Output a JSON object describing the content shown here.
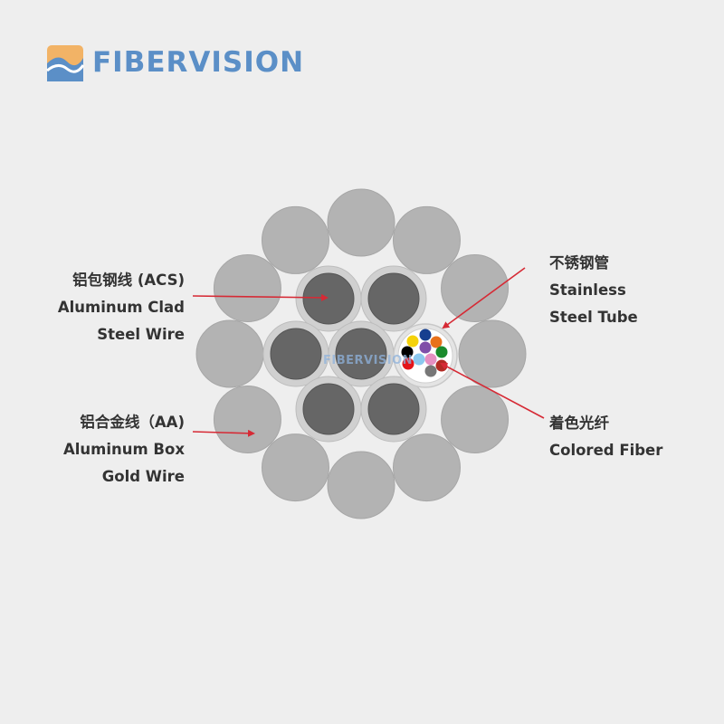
{
  "brand": {
    "name": "FIBERVISION",
    "icon": "fibervision-logo-icon",
    "color": "#5b8fc7",
    "accent": "#f2b366"
  },
  "watermark": "FIBERVISION",
  "labels": {
    "acs": {
      "cn": "铝包钢线 (ACS)",
      "en_line1": "Aluminum Clad",
      "en_line2": "Steel Wire"
    },
    "aa": {
      "cn": "铝合金线（AA)",
      "en_line1": "Aluminum Box",
      "en_line2": "Gold Wire"
    },
    "tube": {
      "cn": "不锈钢管",
      "en_line1": "Stainless",
      "en_line2": "Steel Tube"
    },
    "fiber": {
      "cn": "着色光纤",
      "en_line1": "Colored Fiber"
    }
  },
  "colors": {
    "background": "#eeeeee",
    "outer_wire": "#b3b3b3",
    "acs_cladding": "#d0d0d0",
    "acs_core": "#666666",
    "arrow": "#d62a35",
    "text": "#333333"
  },
  "fiber_colors": [
    "#f5d20a",
    "#163f8f",
    "#e8711c",
    "#000000",
    "#7f4fa8",
    "#1a8a2c",
    "#e3141a",
    "#8cc8ee",
    "#e58fc2",
    "#b22a24",
    "#777777"
  ]
}
